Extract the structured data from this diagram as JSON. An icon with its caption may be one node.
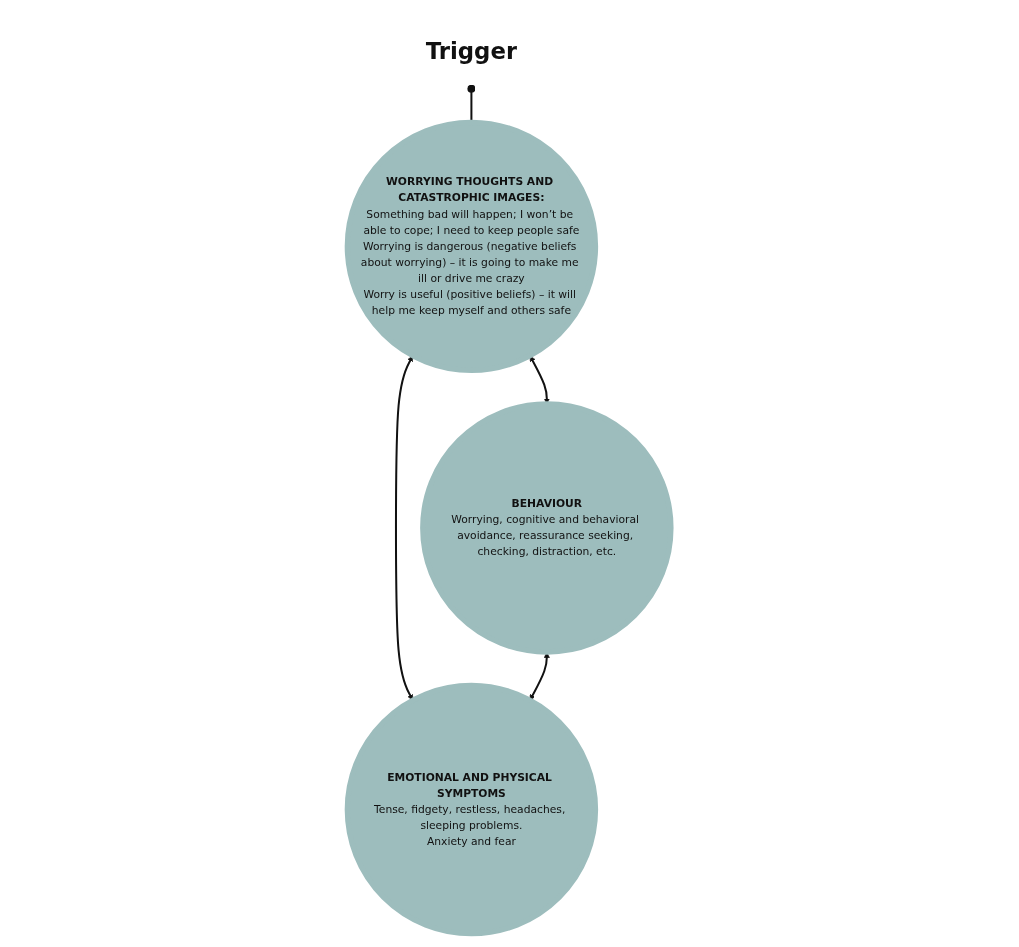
{
  "diagram": {
    "nodes": [
      {
        "text": [
          "Trigger"
        ]
      },
      {
        "text": [
          "WORRYING THOUGHTS AND CATASTROPHIC IMAGES:",
          "Something bad will happen; I won’t be able to cope; I need to keep people safe",
          "Worrying is dangerous (negative beliefs about worrying) – it is going to make me ill or drive me crazy",
          "Worry is useful (positive beliefs) – it will help me keep myself and others safe"
        ]
      },
      {
        "text": [
          "BEHAVIOUR",
          "Worrying, cognitive and behavioral avoidance, reassurance seeking, checking, distraction, etc."
        ]
      },
      {
        "text": [
          "EMOTIONAL AND PHYSICAL SYMPTOMS",
          "Tense, fidgety, restless, headaches, sleeping problems.",
          "Anxiety and fear"
        ]
      }
    ],
    "edges": [
      {
        "from": 0,
        "to": 1,
        "arrow": "other"
      },
      {
        "from": 1,
        "to": 2,
        "arrow": "both"
      },
      {
        "from": 1,
        "to": 3,
        "arrow": "both"
      },
      {
        "from": 2,
        "to": 3,
        "arrow": "both"
      }
    ]
  }
}
